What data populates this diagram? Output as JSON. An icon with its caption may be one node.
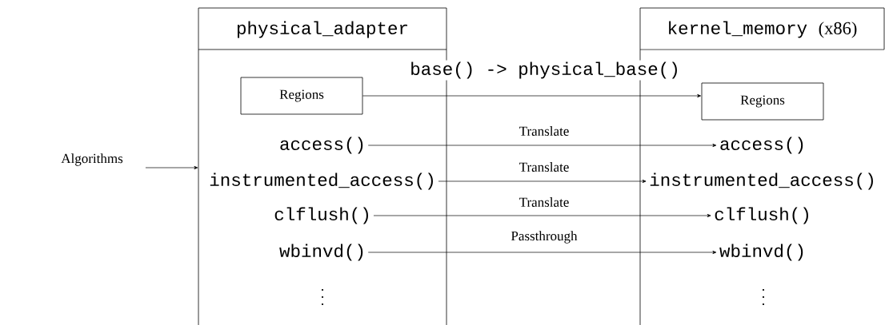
{
  "diagram": {
    "nodes": [
      {
        "text": [
          "physical_adapter"
        ]
      },
      {
        "text": [
          "kernel_memory",
          "(x86)"
        ]
      },
      {
        "text": [
          "Regions"
        ],
        "in": 0
      },
      {
        "text": [
          "access()"
        ],
        "in": 0
      },
      {
        "text": [
          "instrumented_access()"
        ],
        "in": 0
      },
      {
        "text": [
          "clflush()"
        ],
        "in": 0
      },
      {
        "text": [
          "wbinvd()"
        ],
        "in": 0
      },
      {
        "text": [
          "Regions"
        ],
        "in": 1
      },
      {
        "text": [
          "access()"
        ],
        "in": 1
      },
      {
        "text": [
          "instrumented_access()"
        ],
        "in": 1
      },
      {
        "text": [
          "clflush()"
        ],
        "in": 1
      },
      {
        "text": [
          "wbinvd()"
        ],
        "in": 1
      },
      {
        "text": [
          "Algorithms"
        ]
      }
    ],
    "edges": [
      {
        "from": 2,
        "to": 7,
        "arrow": "to",
        "label": "base() -> physical_base()"
      },
      {
        "from": 3,
        "to": 8,
        "arrow": "to",
        "label": "Translate"
      },
      {
        "from": 4,
        "to": 9,
        "arrow": "to",
        "label": "Translate"
      },
      {
        "from": 5,
        "to": 10,
        "arrow": "to",
        "label": "Translate"
      },
      {
        "from": 6,
        "to": 11,
        "arrow": "to",
        "label": "Passthrough"
      },
      {
        "from": 12,
        "to": 0,
        "arrow": "to"
      }
    ]
  }
}
